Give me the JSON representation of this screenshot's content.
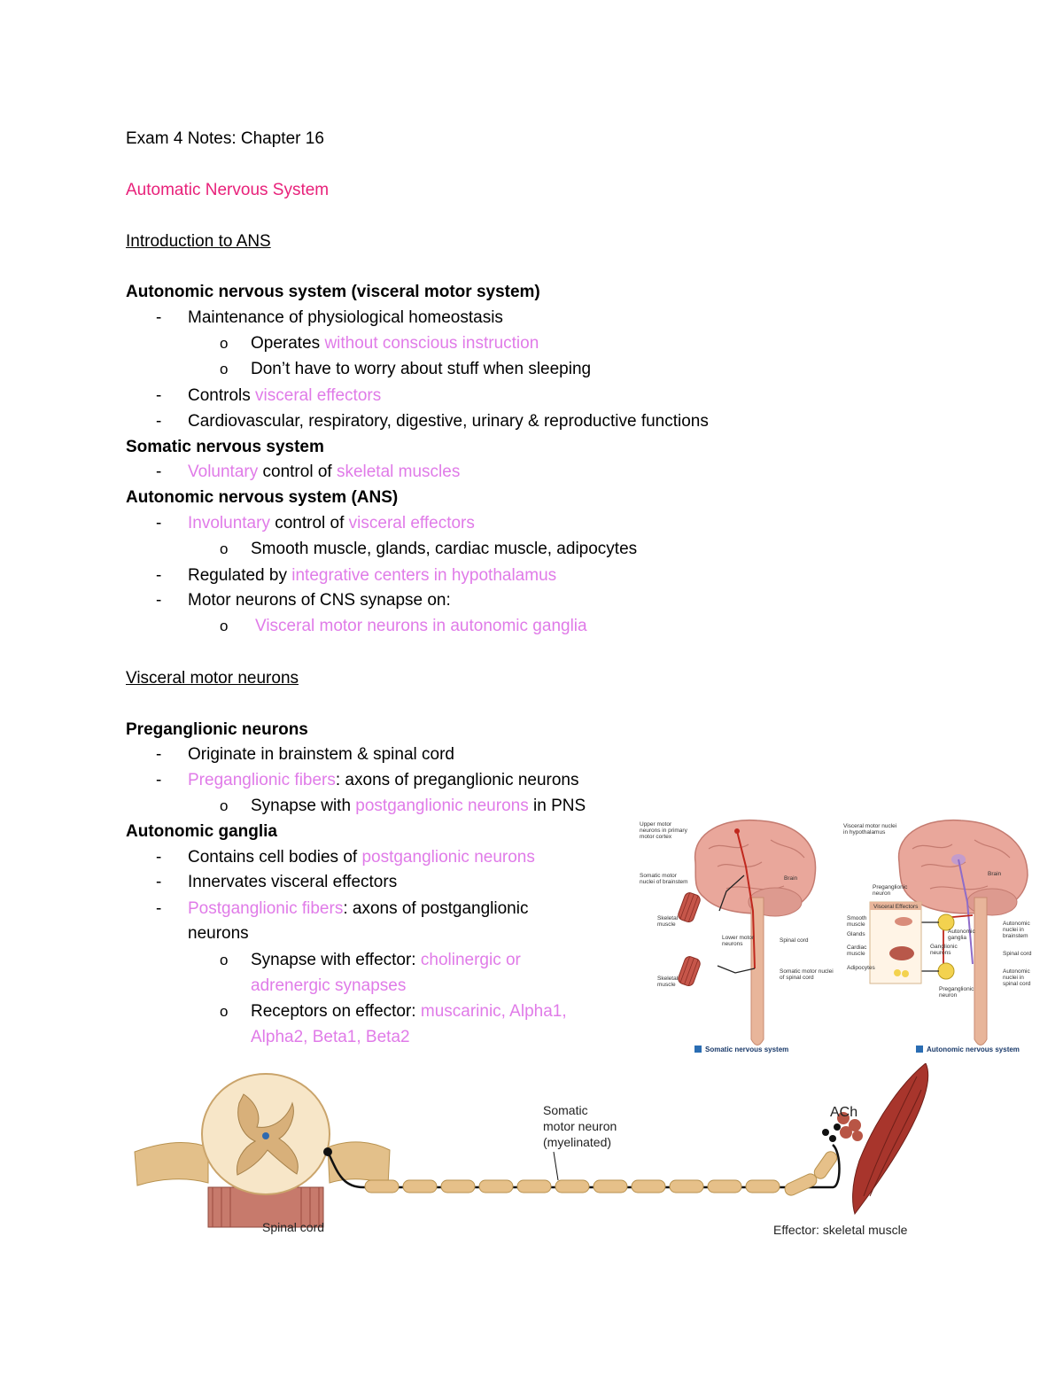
{
  "doc": {
    "title": "Exam 4 Notes: Chapter 16",
    "heading": "Automatic Nervous System",
    "section1": "Introduction to ANS",
    "ans_vms": {
      "title": "Autonomic nervous system (visceral motor system)",
      "b1": "Maintenance of physiological homeostasis",
      "b1a_pre": "Operates ",
      "b1a_hl": "without conscious instruction",
      "b1b": "Don’t have to worry about stuff when sleeping",
      "b2_pre": "Controls ",
      "b2_hl": "visceral effectors",
      "b3": "Cardiovascular, respiratory, digestive, urinary & reproductive functions"
    },
    "sns": {
      "title": "Somatic nervous system",
      "b1_hl1": "Voluntary",
      "b1_mid": " control of ",
      "b1_hl2": "skeletal muscles"
    },
    "ans": {
      "title": "Autonomic nervous system (ANS)",
      "b1_hl1": "Involuntary",
      "b1_mid": " control of ",
      "b1_hl2": "visceral effectors",
      "b1a": "Smooth muscle, glands, cardiac muscle, adipocytes",
      "b2_pre": "Regulated by ",
      "b2_hl": "integrative centers in hypothalamus",
      "b3": "Motor neurons of CNS synapse on:",
      "b3a": "Visceral motor neurons in autonomic ganglia"
    },
    "section2": "Visceral motor neurons",
    "pre": {
      "title": "Preganglionic neurons",
      "b1": "Originate in brainstem & spinal cord",
      "b2_hl": "Preganglionic fibers",
      "b2_rest": ": axons of preganglionic neurons",
      "b2a_pre": "Synapse with ",
      "b2a_hl": "postganglionic neurons",
      "b2a_post": " in PNS"
    },
    "gang": {
      "title": "Autonomic ganglia",
      "b1_pre": "Contains cell bodies of ",
      "b1_hl": "postganglionic neurons",
      "b2": "Innervates visceral effectors",
      "b3_hl": "Postganglionic fibers",
      "b3_rest": ": axons of postganglionic",
      "b3_cont": "neurons",
      "b3a_pre": "Synapse with effector: ",
      "b3a_hl1": "cholinergic or",
      "b3a_hl2": "adrenergic synapses",
      "b3b_pre": "Receptors on effector: ",
      "b3b_hl1": "muscarinic, Alpha1,",
      "b3b_hl2": "Alpha2, Beta1, Beta2"
    },
    "dash": "-",
    "bullet": "o"
  },
  "figure_top": {
    "left_caption": "Somatic nervous system",
    "right_caption": "Autonomic nervous system",
    "left_labels": [
      "Upper motor neurons in primary motor cortex",
      "Somatic motor nuclei of brainstem",
      "Skeletal muscle",
      "Lower motor neurons",
      "Skeletal muscle",
      "Brain",
      "Spinal cord",
      "Somatic motor nuclei of spinal cord"
    ],
    "right_labels": [
      "Visceral motor nuclei in hypothalamus",
      "Brain",
      "Preganglionic neuron",
      "Visceral Effectors",
      "Smooth muscle",
      "Glands",
      "Cardiac muscle",
      "Adipocytes",
      "Autonomic ganglia",
      "Ganglionic neurons",
      "Preganglionic neuron",
      "Autonomic nuclei in brainstem",
      "Spinal cord",
      "Autonomic nuclei in spinal cord"
    ]
  },
  "figure_bottom": {
    "label_cord": "Spinal cord",
    "label_neuron_1": "Somatic",
    "label_neuron_2": "motor neuron",
    "label_neuron_3": "(myelinated)",
    "label_ach": "ACh",
    "label_effector": "Effector: skeletal muscle"
  }
}
